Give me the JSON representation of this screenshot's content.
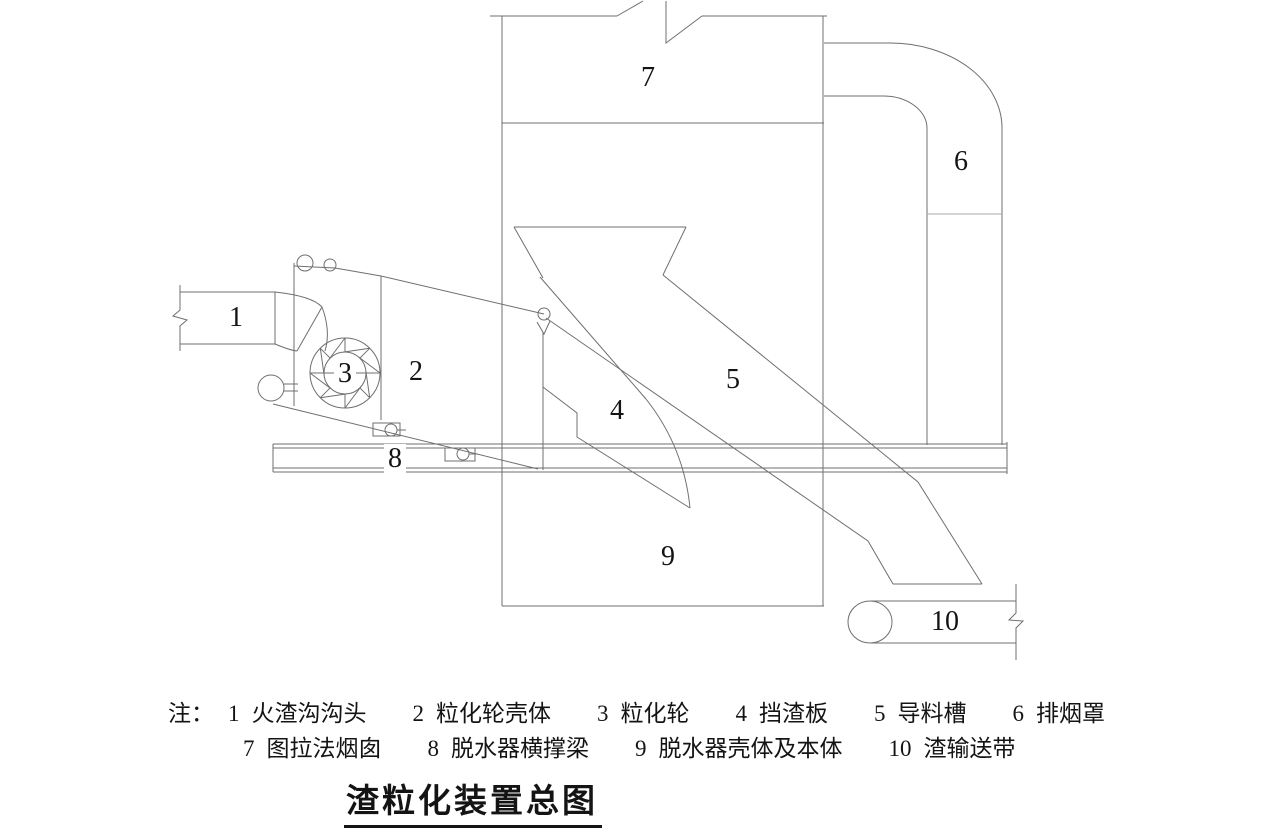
{
  "drawing": {
    "title": "渣粒化装置总图",
    "note_prefix": "注：",
    "parts": [
      {
        "num": "1",
        "name": "火渣沟沟头"
      },
      {
        "num": "2",
        "name": "粒化轮壳体"
      },
      {
        "num": "3",
        "name": "粒化轮"
      },
      {
        "num": "4",
        "name": "挡渣板"
      },
      {
        "num": "5",
        "name": "导料槽"
      },
      {
        "num": "6",
        "name": "排烟罩"
      },
      {
        "num": "7",
        "name": "图拉法烟囱"
      },
      {
        "num": "8",
        "name": "脱水器横撑梁"
      },
      {
        "num": "9",
        "name": "脱水器壳体及本体"
      },
      {
        "num": "10",
        "name": "渣输送带"
      }
    ],
    "colors": {
      "line": "#6f6f6f",
      "light_line": "#a9a9a9",
      "text": "#141414",
      "background": "#ffffff"
    }
  }
}
